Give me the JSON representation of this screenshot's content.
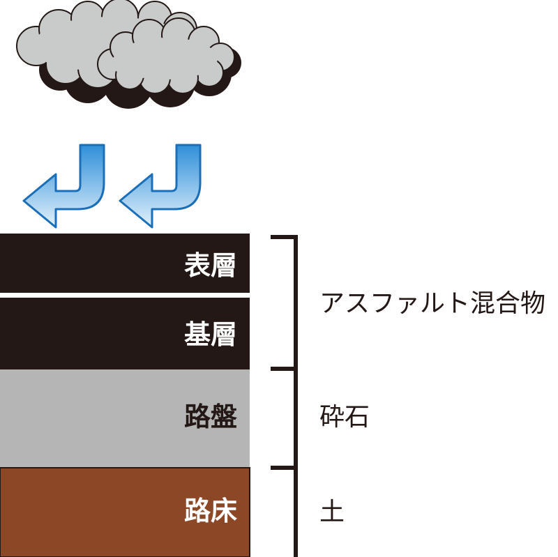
{
  "layers": [
    {
      "label": "表層",
      "color": "#231815",
      "text_color": "#ffffff"
    },
    {
      "label": "基層",
      "color": "#231815",
      "text_color": "#ffffff"
    },
    {
      "label": "路盤",
      "color": "#b5b5b6",
      "text_color": "#231815"
    },
    {
      "label": "路床",
      "color": "#8b4726",
      "text_color": "#ffffff"
    }
  ],
  "materials": [
    {
      "label": "アスファルト混合物"
    },
    {
      "label": "砕石"
    },
    {
      "label": "土"
    }
  ],
  "colors": {
    "cloud": "#c9caca",
    "cloud_shadow": "#231815",
    "arrow_top": "#2f8fd8",
    "arrow_bottom": "#e3f1fb",
    "arrow_stroke": "#1b6fb8",
    "bracket": "#231815"
  }
}
